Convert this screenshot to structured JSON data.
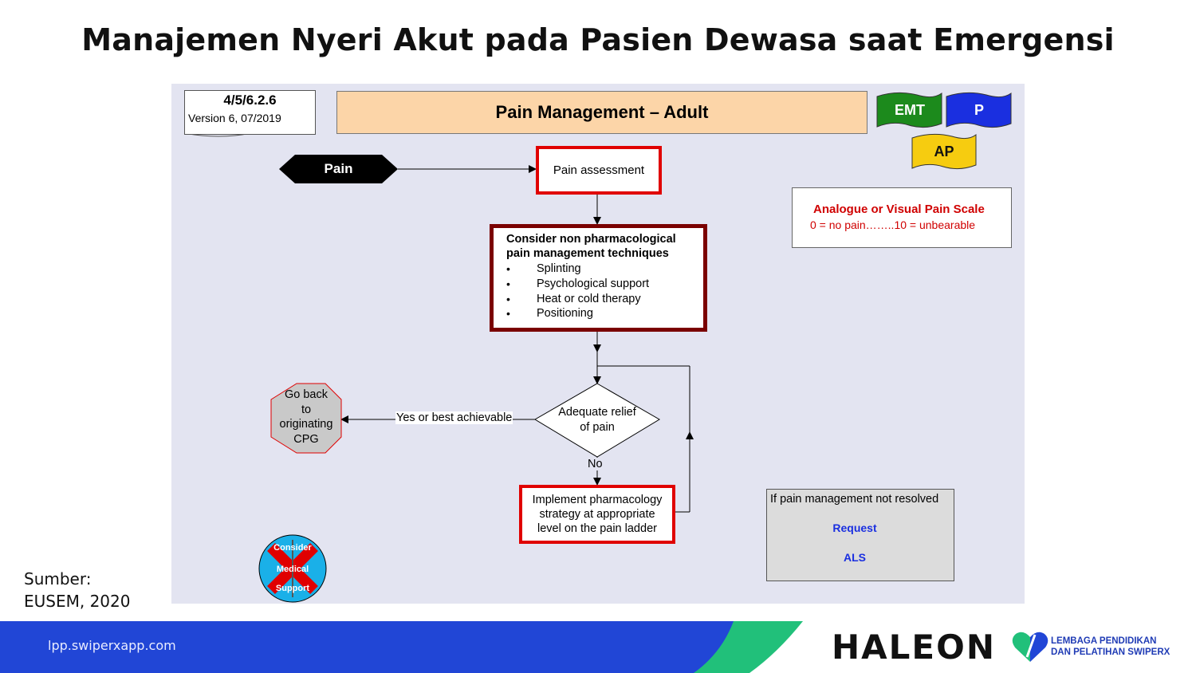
{
  "page": {
    "title": "Manajemen Nyeri Akut pada Pasien Dewasa saat Emergensi",
    "source_label": "Sumber:",
    "source_value": "EUSEM, 2020"
  },
  "diagram": {
    "version_code": "4/5/6.2.6",
    "version_text": "Version 6, 07/2019",
    "header": "Pain Management – Adult",
    "flags": {
      "emt": "EMT",
      "p": "P",
      "ap": "AP"
    },
    "pain": "Pain",
    "pain_assessment": "Pain assessment",
    "nonpharm": {
      "title_line1": "Consider non pharmacological",
      "title_line2": "pain management techniques",
      "items": [
        "Splinting",
        "Psychological support",
        "Heat or cold therapy",
        "Positioning"
      ]
    },
    "scale": {
      "title": "Analogue or Visual Pain Scale",
      "range": "0 = no pain……..10 = unbearable"
    },
    "decision": {
      "line1": "Adequate relief",
      "line2": "of pain"
    },
    "yes_label": "Yes or best achievable",
    "no_label": "No",
    "goback": {
      "l1": "Go back",
      "l2": "to",
      "l3": "originating",
      "l4": "CPG"
    },
    "implement": {
      "l1": "Implement pharmacology",
      "l2": "strategy at appropriate",
      "l3": "level on the pain ladder"
    },
    "als": {
      "title": "If pain management not resolved",
      "request": "Request",
      "als": "ALS"
    },
    "medical": {
      "l1": "Consider",
      "l2": "Medical",
      "l3": "Support"
    }
  },
  "footer": {
    "url": "lpp.swiperxapp.com",
    "haleon": "HALEON",
    "lembaga_l1": "LEMBAGA PENDIDIKAN",
    "lembaga_l2": "DAN PELATIHAN SWIPERX",
    "colors": {
      "blue": "#2146d6",
      "green": "#21c07a"
    }
  }
}
